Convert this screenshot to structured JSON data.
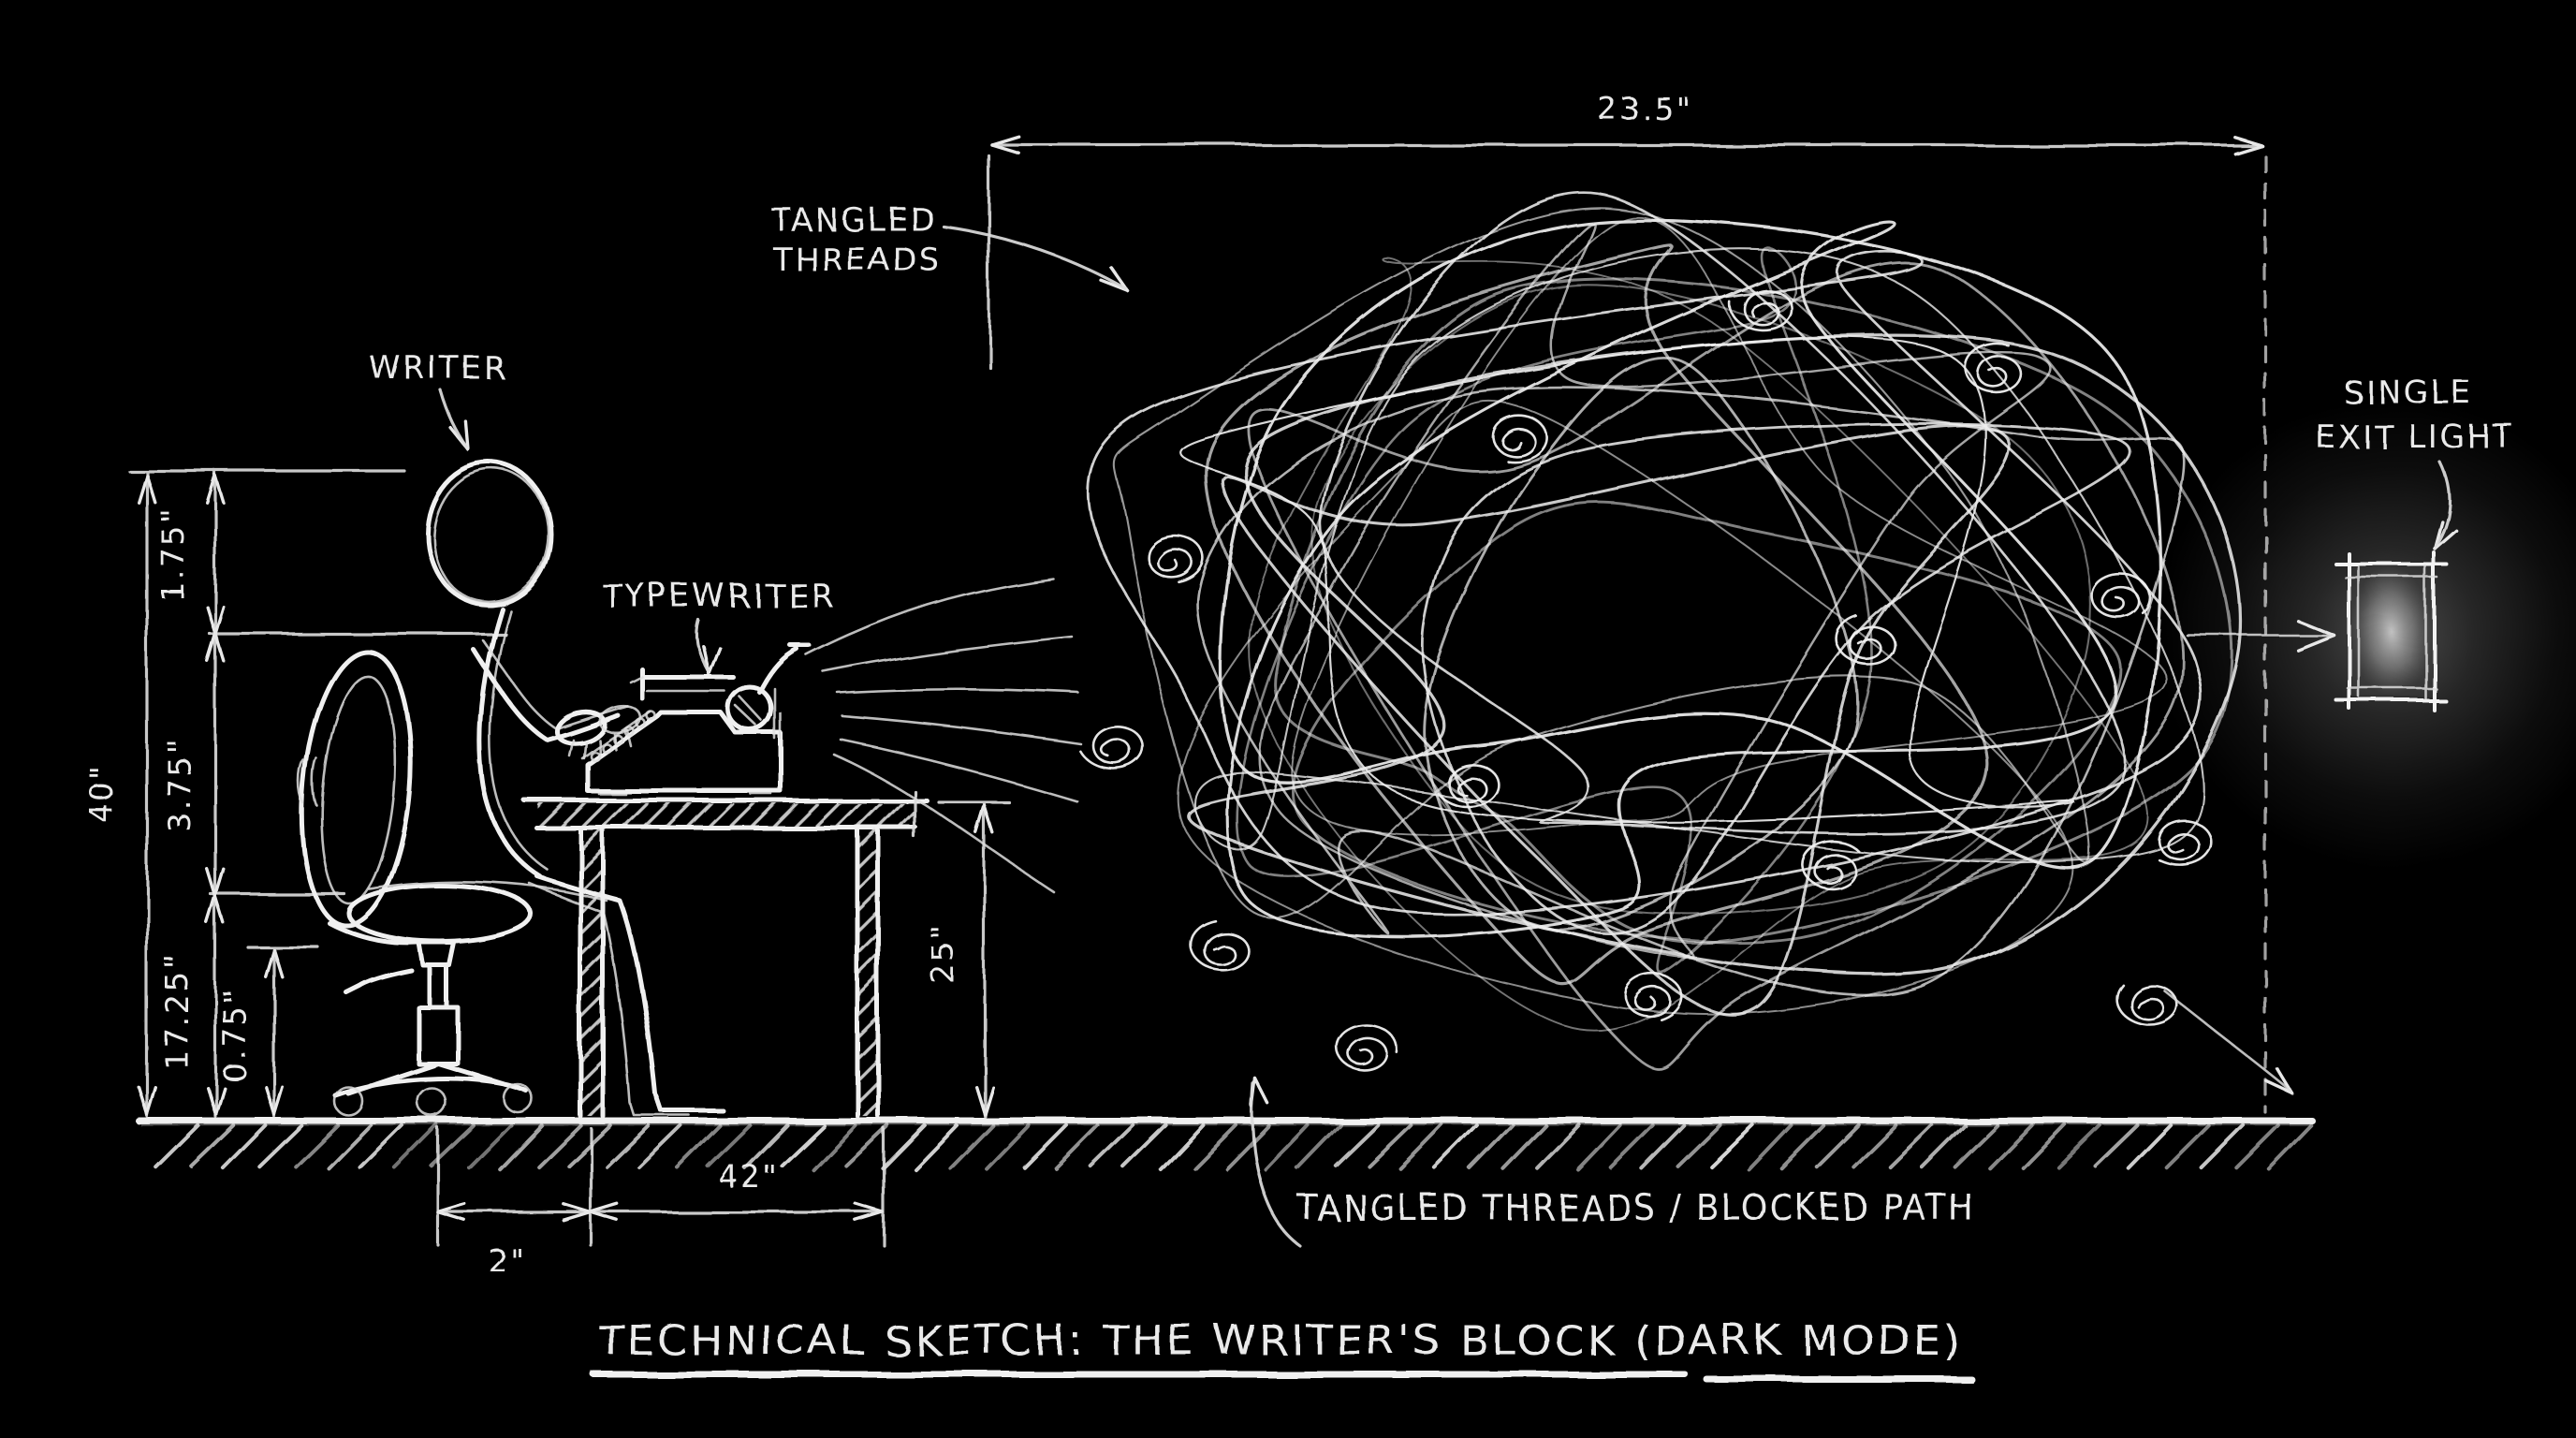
{
  "title": {
    "text": "TECHNICAL SKETCH: THE WRITER'S BLOCK (DARK MODE)"
  },
  "labels": {
    "writer": "WRITER",
    "typewriter": "TYPEWRITER",
    "tangled1": "TANGLED",
    "tangled2": "THREADS",
    "exit1": "SINGLE",
    "exit2": "EXIT LIGHT",
    "blocked": "TANGLED THREADS / BLOCKED PATH"
  },
  "dimensions": {
    "tangle_width": "23.5\"",
    "overall_height": "40\"",
    "head": "1.75\"",
    "torso": "3.75\"",
    "seat": "17.25\"",
    "base": "0.75\"",
    "desk_height": "25\"",
    "desk_width": "42\"",
    "gap": "2\""
  },
  "colors": {
    "background": "#000000",
    "chalk": "#e8e8e8",
    "glow": "#ffffff"
  }
}
